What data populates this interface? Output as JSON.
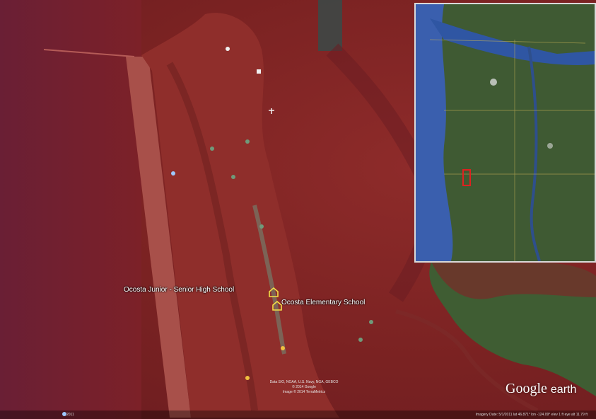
{
  "map": {
    "accent_overlay": "#8e2b2a",
    "water_color": "#7a1f26",
    "ocean_color": "#6f1e2b",
    "land_color": "#9a3533"
  },
  "labels": {
    "junior_senior_high": "Ocosta Junior - Senior High School",
    "elementary": "Ocosta Elementary School"
  },
  "icons": {
    "school": "house-outline-icon",
    "locator": "red-rectangle-icon"
  },
  "attribution": {
    "line1": "Data SIO, NOAA, U.S. Navy, NGA, GEBCO",
    "line2": "© 2014 Google",
    "line3": "Image © 2014 TerraMetrics"
  },
  "logo": {
    "brand": "Google",
    "product": "earth"
  },
  "status": {
    "year": "2011",
    "readout": "Imagery Date: 5/1/2011   lat 46.871°  lon -124.09°  elev 1 ft   eye alt 11.79 ft"
  },
  "inset": {
    "locator_color": "#e0201f",
    "ocean_color": "#3a5fae",
    "land_color": "#3f5a33"
  }
}
